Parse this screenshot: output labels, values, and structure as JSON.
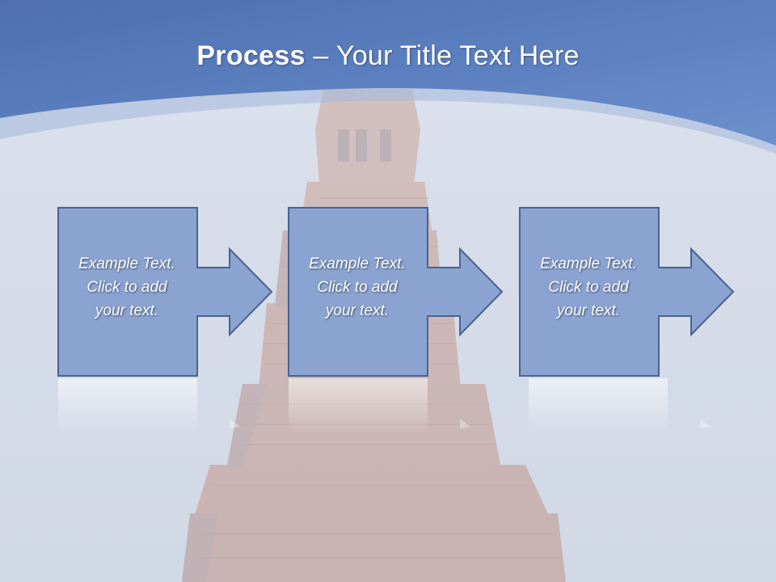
{
  "slide": {
    "title_bold": "Process",
    "title_rest": " – Your Title Text Here"
  },
  "steps": [
    {
      "line1": "Example Text.",
      "line2": "Click  to add",
      "line3": "your text."
    },
    {
      "line1": "Example Text.",
      "line2": "Click  to add",
      "line3": "your text."
    },
    {
      "line1": "Example Text.",
      "line2": "Click  to add",
      "line3": "your text."
    }
  ],
  "colors": {
    "header_blue": "#5b7fbf",
    "box_fill": "#8aa3d1",
    "box_border": "#4a6290"
  }
}
